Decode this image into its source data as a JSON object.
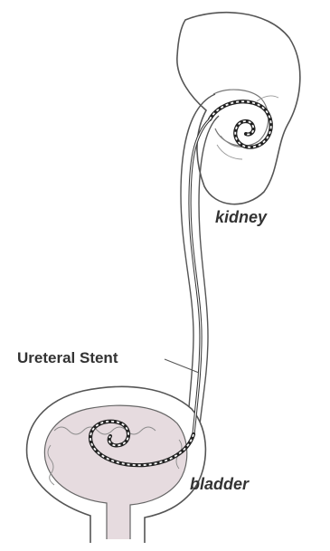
{
  "labels": {
    "kidney": "kidney",
    "ureteral_stent": "Ureteral Stent",
    "bladder": "bladder"
  },
  "colors": {
    "outline": "#555555",
    "bladder_fill": "#e6dbdf",
    "stent_dash": "#111111",
    "label_text": "#333333"
  }
}
